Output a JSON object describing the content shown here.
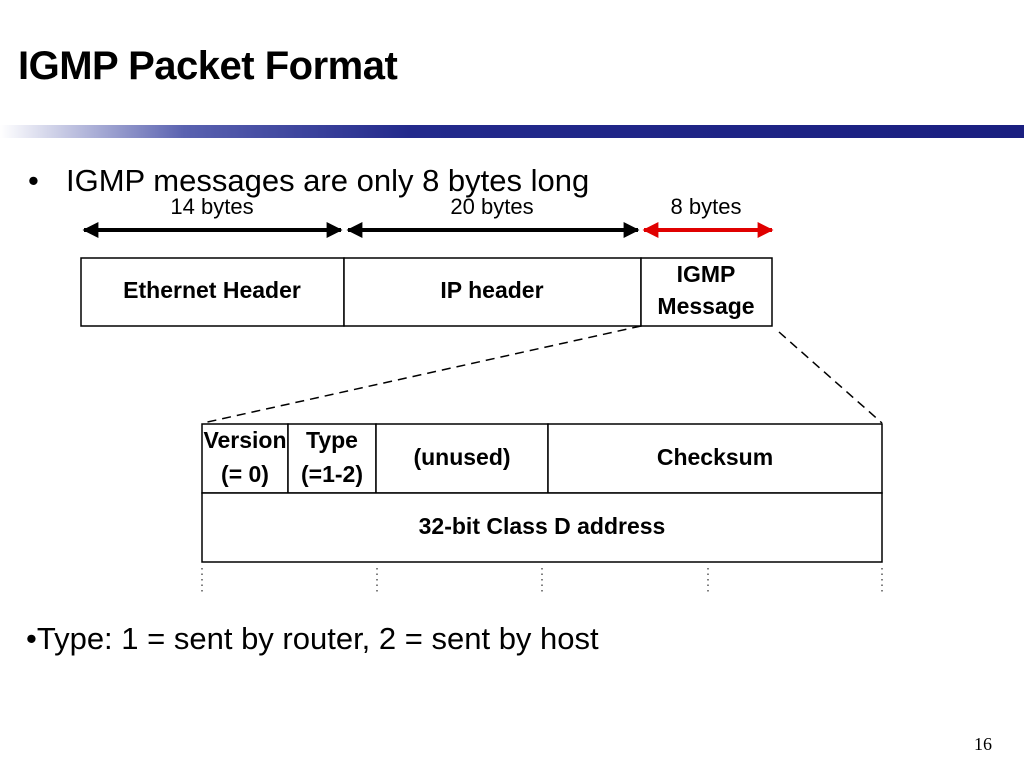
{
  "slide": {
    "title": "IGMP Packet Format",
    "bullet1": "IGMP messages are only 8 bytes long",
    "bullet1_marker": "•",
    "bullet2": "•Type: 1 = sent by router, 2 = sent by host",
    "page_number": "16"
  },
  "frame": {
    "segments": [
      {
        "label": "Ethernet Header",
        "bytes_label": "14 bytes"
      },
      {
        "label": "IP header",
        "bytes_label": "20 bytes"
      },
      {
        "label_line1": "IGMP",
        "label_line2": "Message",
        "bytes_label": "8 bytes"
      }
    ]
  },
  "message": {
    "row1": {
      "version_line1": "Version",
      "version_line2": "(= 0)",
      "type_line1": "Type",
      "type_line2": "(=1-2)",
      "unused": "(unused)",
      "checksum": "Checksum"
    },
    "row2": {
      "address": "32-bit Class D address"
    }
  },
  "colors": {
    "arrow_black": "#000000",
    "arrow_red": "#e00000",
    "rule_blue": "#1a1f80"
  }
}
